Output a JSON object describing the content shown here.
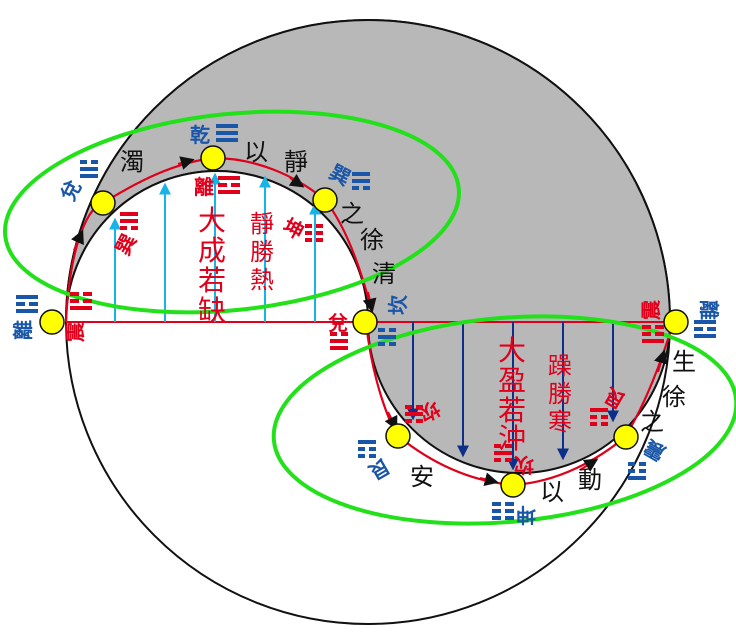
{
  "colors": {
    "gray": "#b8b8b8",
    "green": "#22e01a",
    "red": "#e0001b",
    "blue": "#1a56a8",
    "cyan": "#19b4e6",
    "navy": "#0d2f8a",
    "yellow": "#ffff00"
  },
  "upper_path": {
    "c1": "濁",
    "c2": "以",
    "c3": "靜",
    "c4": "之",
    "c5": "徐",
    "c6": "清"
  },
  "upper_center": {
    "c1": "大",
    "c2": "成",
    "c3": "若",
    "c4": "缺",
    "d1": "靜",
    "d2": "勝",
    "d3": "熱"
  },
  "lower_path": {
    "c1": "安",
    "c2": "以",
    "c3": "動",
    "c4": "之",
    "c5": "徐",
    "c6": "生"
  },
  "lower_center": {
    "c1": "大",
    "c2": "盈",
    "c3": "若",
    "c4": "沖",
    "d1": "躁",
    "d2": "勝",
    "d3": "寒"
  },
  "trigram_names": {
    "qian": "乾",
    "dui": "兌",
    "li": "離",
    "zhen": "震",
    "xun": "巽",
    "kan": "坎",
    "gen": "艮",
    "kun": "坤"
  }
}
